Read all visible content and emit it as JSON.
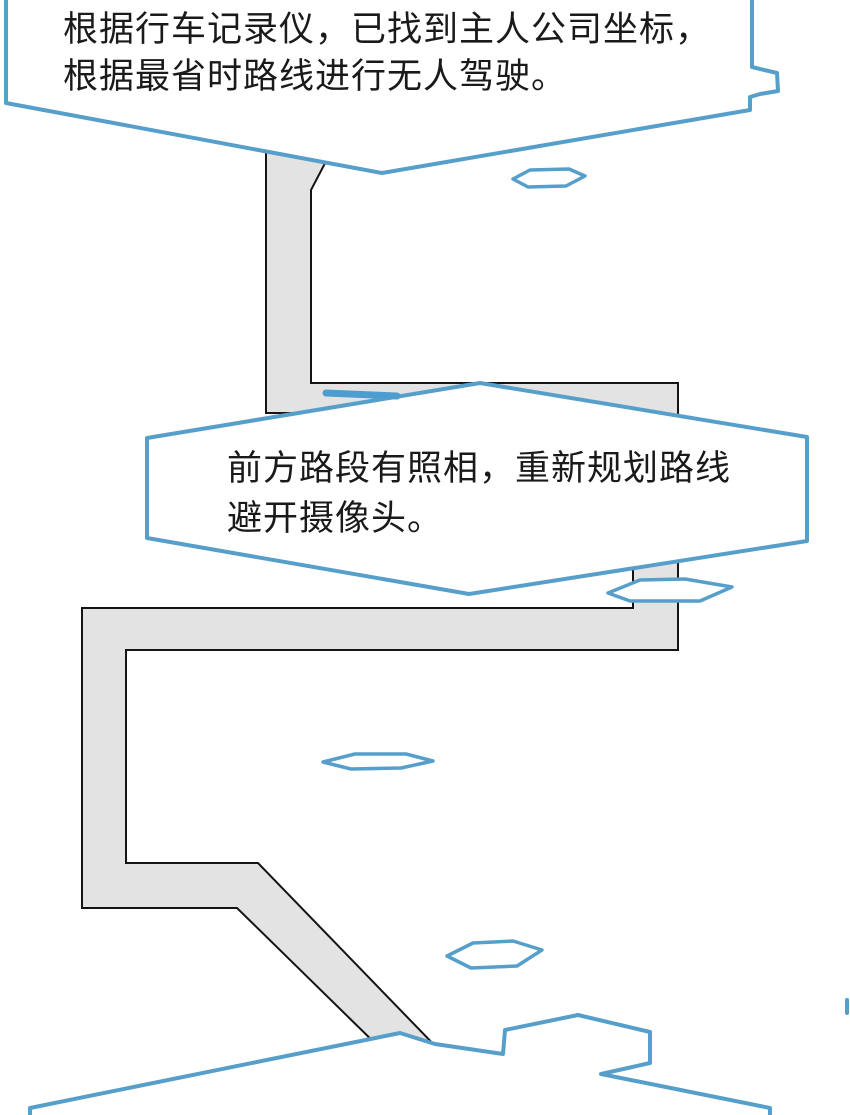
{
  "panel": {
    "type": "comic-panel",
    "bubbles": [
      {
        "name": "narration-bubble-top",
        "shape": "angular-speech-bubble",
        "lines": [
          "根据行车记录仪，已找到主人公司坐标，",
          "根据最省时路线进行无人驾驶。"
        ]
      },
      {
        "name": "narration-bubble-middle",
        "shape": "hexagon-speech-bubble",
        "lines": [
          "前方路段有照相，重新规划路线",
          "避开摄像头。"
        ]
      },
      {
        "name": "narration-bubble-bottom",
        "shape": "angular-speech-bubble-partial",
        "lines": []
      }
    ],
    "road": {
      "description": "winding gray route strip from top bubble down to bottom bubble"
    },
    "icons": [
      {
        "name": "flash-diamond-icon"
      },
      {
        "name": "speed-dash-icon"
      },
      {
        "name": "flash-hexagon-icon"
      },
      {
        "name": "flash-lens-icon"
      },
      {
        "name": "flash-hexagon-2-icon"
      }
    ]
  },
  "colors": {
    "outline-blue": "#579FCB",
    "dash-blue": "#4D9DD1",
    "road-fill": "#E3E3E3",
    "road-stroke": "#141414",
    "text-color": "#1A1A1A",
    "bubble-fill": "#FFFFFF",
    "background": "#FFFFFF"
  }
}
